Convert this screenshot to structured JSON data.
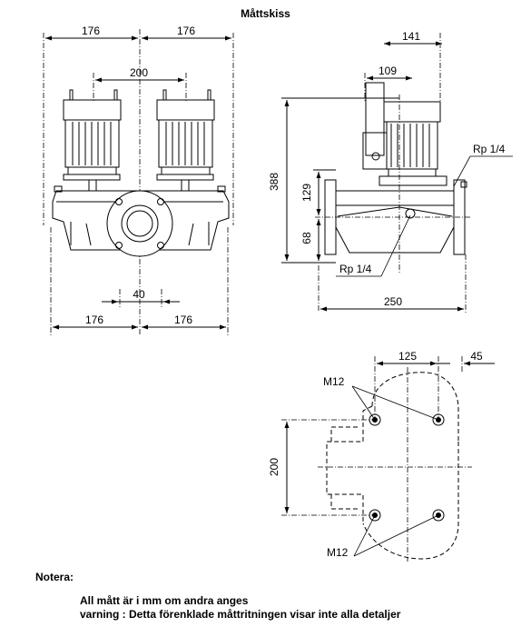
{
  "title": "Måttskiss",
  "front_view": {
    "top_dims": [
      "176",
      "176"
    ],
    "center_dim": "200",
    "pipe_dim": "40",
    "bottom_dims": [
      "176",
      "176"
    ]
  },
  "side_view": {
    "top_dims": [
      "141",
      "109"
    ],
    "height_dims": [
      "388",
      "129",
      "68"
    ],
    "port_labels": [
      "Rp 1/4",
      "Rp 1/4"
    ],
    "width_dim": "250"
  },
  "base_view": {
    "top_dims": [
      "125",
      "45"
    ],
    "height_dim": "200",
    "bolt_labels": [
      "M12",
      "M12"
    ]
  },
  "notes": {
    "heading": "Notera:",
    "lines": [
      "All mått är i mm om andra anges",
      "varning : Detta förenklade måttritningen visar inte alla detaljer"
    ]
  }
}
